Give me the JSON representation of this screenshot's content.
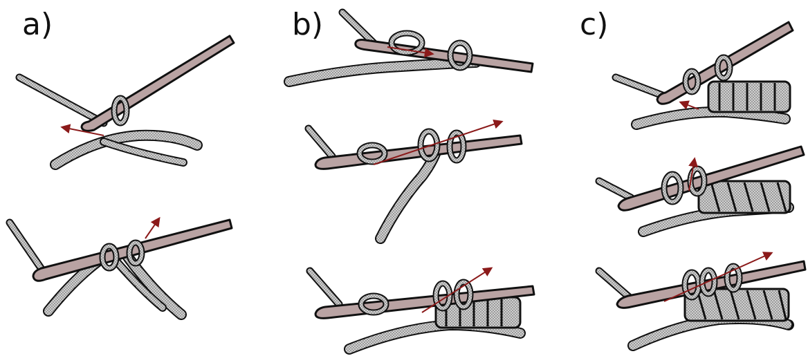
{
  "labels": {
    "a": "a)",
    "b": "b)",
    "c": "c)"
  },
  "colors": {
    "hook_fill": "#b9a3a3",
    "outline": "#111111",
    "yarn_fill": "#c8c8c8",
    "yarn_dot": "#8a8a8a",
    "arrow": "#8b1a1a"
  },
  "icons": {
    "hook": "crochet-hook-icon",
    "arrow": "direction-arrow-icon"
  }
}
